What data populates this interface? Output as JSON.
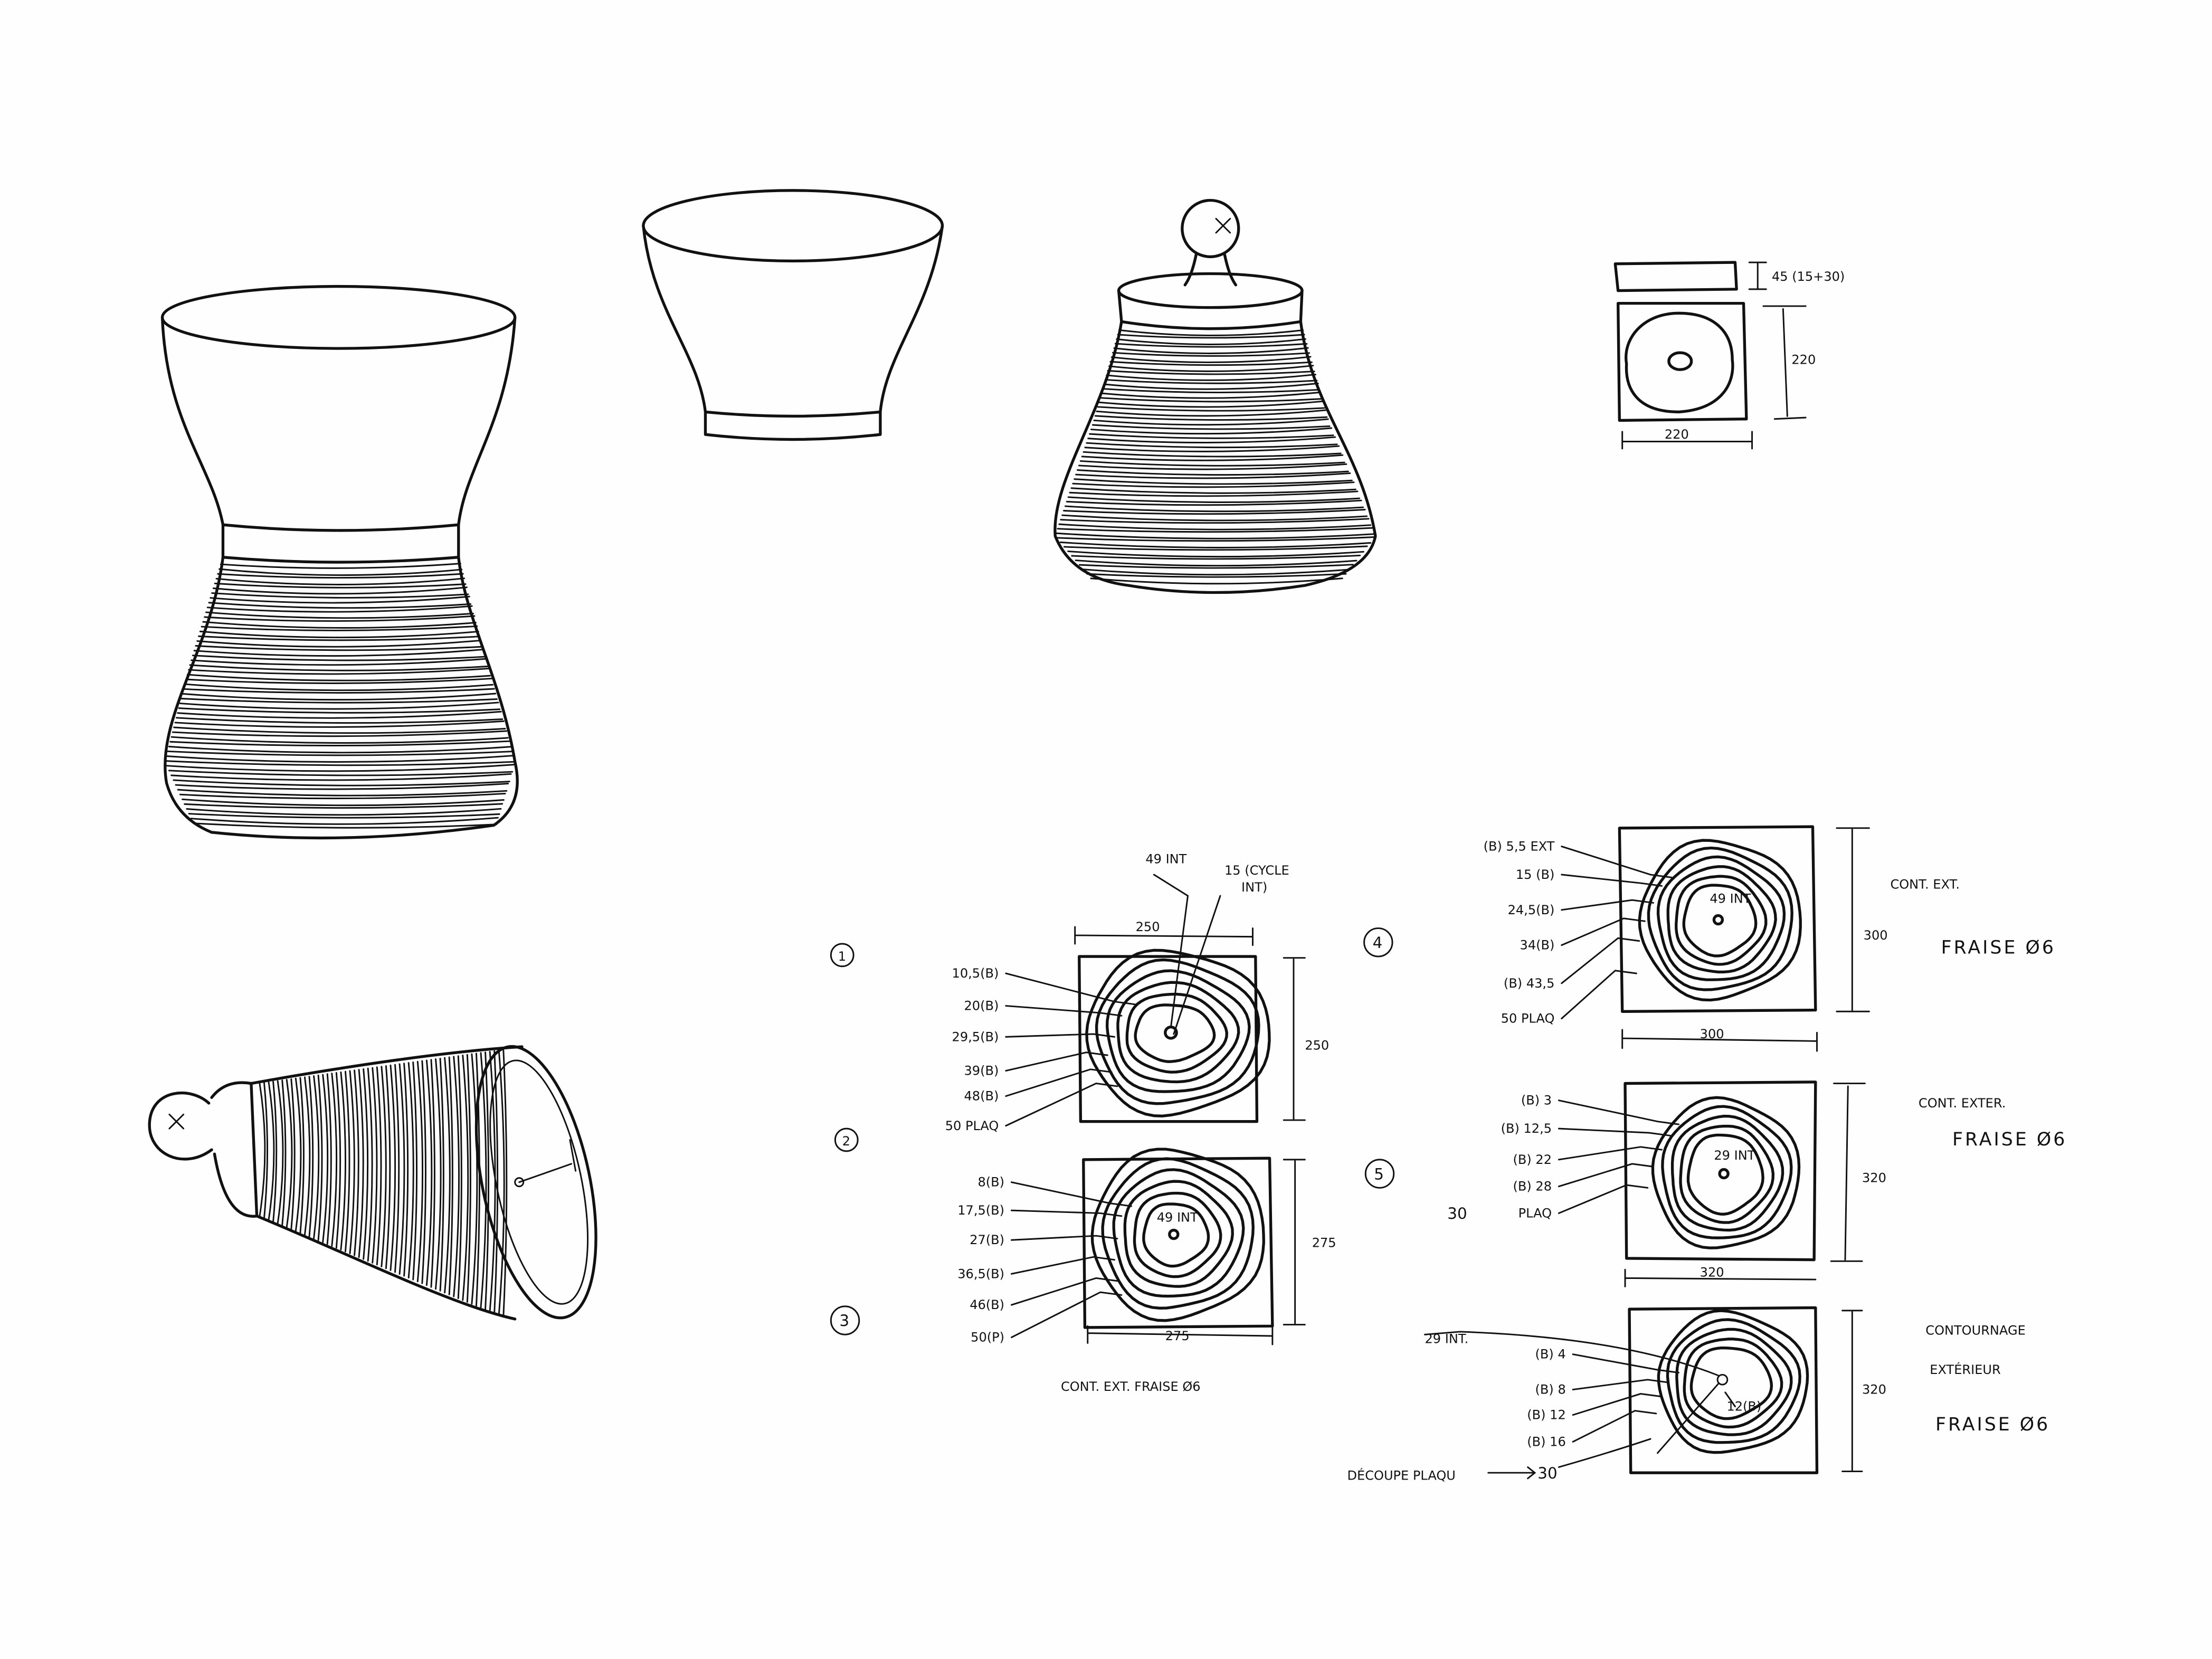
{
  "top_block": {
    "thickness": "45 (15+30)",
    "height": "220",
    "width": "220"
  },
  "step_numbers": [
    "1",
    "2",
    "3",
    "4",
    "5"
  ],
  "diagram1": {
    "top_labels": [
      "49 INT",
      "15 (CYCLE",
      "INT)"
    ],
    "width": "250",
    "height": "250",
    "labels": [
      "10,5(B)",
      "20(B)",
      "29,5(B)",
      "39(B)",
      "48(B)",
      "50 PLAQ"
    ]
  },
  "diagram2": {
    "center_label": "49 INT",
    "width": "275",
    "height": "275",
    "labels": [
      "8(B)",
      "17,5(B)",
      "27(B)",
      "36,5(B)",
      "46(B)",
      "50(P)"
    ],
    "note": "CONT. EXT.  FRAISE Ø6"
  },
  "diagram4": {
    "center_label": "49 INT",
    "width": "300",
    "height": "300",
    "labels": [
      "(B) 5,5 EXT",
      "15 (B)",
      "24,5(B)",
      "34(B)",
      "(B) 43,5",
      "50 PLAQ"
    ],
    "notes": [
      "CONT. EXT.",
      "FRAISE Ø6"
    ]
  },
  "diagram5": {
    "center_label": "29 INT",
    "width": "320",
    "height": "320",
    "labels": [
      "(B) 3",
      "(B) 12,5",
      "(B) 22",
      "(B) 28",
      "PLAQ"
    ],
    "side_value": "30",
    "notes": [
      "CONT. EXTER.",
      "FRAISE Ø6"
    ]
  },
  "diagram6": {
    "top_label": "29 INT.",
    "inner_label": "12(B)",
    "height": "320",
    "labels": [
      "(B) 4",
      "(B) 8",
      "(B) 12",
      "(B) 16"
    ],
    "cut_label": "DÉCOUPE PLAQU",
    "cut_value": "30",
    "notes": [
      "CONTOURNAGE",
      "EXTÉRIEUR",
      "FRAISE Ø6"
    ]
  }
}
